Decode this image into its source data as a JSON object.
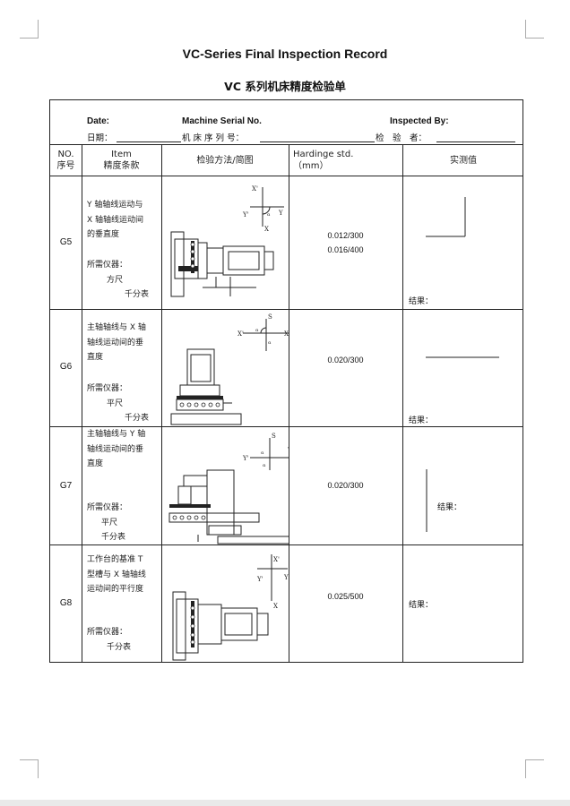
{
  "title": "VC-Series Final Inspection Record",
  "subtitle": "VC 系列机床精度检验单",
  "header": {
    "date_en": "Date:",
    "date_cn": "日期：",
    "serial_en": "Machine Serial No.",
    "serial_cn": "机 床 序 列 号：",
    "inspector_en": "Inspected By:",
    "inspector_cn": "检　验　者："
  },
  "columns": {
    "no_en": "NO.",
    "no_cn": "序号",
    "item_en": "Item",
    "item_cn": "精度条款",
    "method": "检验方法/简图",
    "std_en": "Hardinge std.",
    "std_unit": "（mm）",
    "measured": "实测值"
  },
  "rows": [
    {
      "no": "G5",
      "item_lines": [
        "Y 轴轴线运动与",
        "X 轴轴线运动间",
        "的垂直度"
      ],
      "instr_label": "所需仪器：",
      "instr_1": "方尺",
      "instr_2": "千分表",
      "std_1": "0.012/300",
      "std_2": "0.016/400",
      "result": "结果："
    },
    {
      "no": "G6",
      "item_lines": [
        "主轴轴线与 X 轴",
        "轴线运动间的垂",
        "直度"
      ],
      "instr_label": "所需仪器：",
      "instr_1": "平尺",
      "instr_2": "千分表",
      "std_1": "0.020/300",
      "result": "结果："
    },
    {
      "no": "G7",
      "item_lines": [
        "主轴轴线与 Y 轴",
        "轴线运动间的垂",
        "直度"
      ],
      "instr_label": "所需仪器：",
      "instr_1": "平尺",
      "instr_2": "千分表",
      "std_1": "0.020/300",
      "result": "结果："
    },
    {
      "no": "G8",
      "item_lines": [
        "工作台的基准 T",
        "型槽与 X 轴轴线",
        "运动间的平行度"
      ],
      "instr_label": "所需仪器：",
      "instr_2": "千分表",
      "std_1": "0.025/500",
      "result": "结果："
    }
  ],
  "axis_labels": {
    "x": "X",
    "x_prime": "X'",
    "y": "Y",
    "y_prime": "Y'",
    "s": "S",
    "alpha": "α"
  }
}
